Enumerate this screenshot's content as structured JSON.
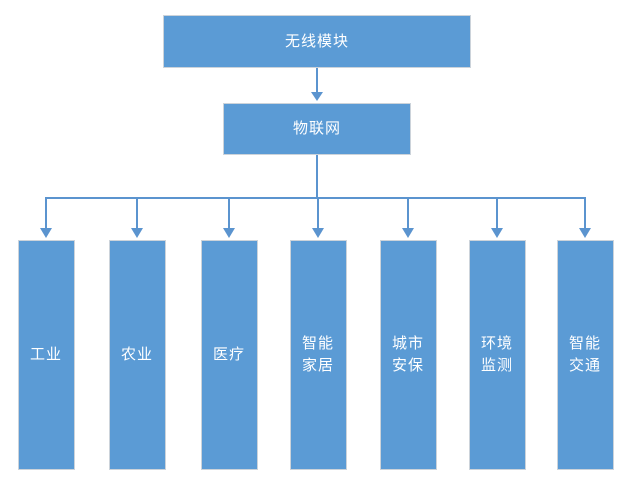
{
  "diagram": {
    "title": "wireless-module-iot-applications-hierarchy",
    "root": {
      "label": "无线模块"
    },
    "hub": {
      "label": "物联网"
    },
    "leaves": [
      {
        "label": "工业"
      },
      {
        "label": "农业"
      },
      {
        "label": "医疗"
      },
      {
        "label": "智能\n家居"
      },
      {
        "label": "城市\n安保"
      },
      {
        "label": "环境\n监测"
      },
      {
        "label": "智能\n交通"
      }
    ],
    "colors": {
      "node_fill": "#5b9bd5",
      "node_border": "#ccd3da",
      "connector": "#5b94cf",
      "text": "#ffffff",
      "background": "#ffffff"
    }
  }
}
